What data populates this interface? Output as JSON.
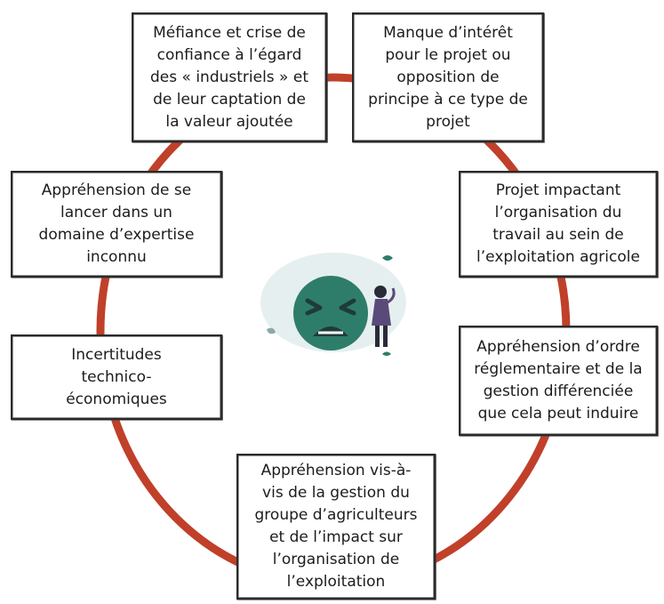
{
  "diagram": {
    "ring_color": "#c0402a",
    "emoji_color": "#2e7d6b",
    "boxes": [
      {
        "id": "mefiance",
        "text": "Méfiance et crise de\nconfiance à l’égard\ndes « industriels » et\nde leur captation de\nla valeur ajoutée"
      },
      {
        "id": "manque-interet",
        "text": "Manque d’intérêt\npour le projet ou\nopposition de\nprincipe à ce type de\nprojet"
      },
      {
        "id": "apprehension-expertise",
        "text": "Appréhension de se\nlancer dans un\ndomaine d’expertise\ninconnu"
      },
      {
        "id": "organisation-travail",
        "text": "Projet impactant\nl’organisation du\ntravail au sein de\nl’exploitation agricole"
      },
      {
        "id": "incertitudes",
        "text": "Incertitudes\ntechnico-\néconomiques"
      },
      {
        "id": "reglementaire",
        "text": "Appréhension d’ordre\nréglementaire et de la\ngestion différenciée\nque cela peut induire"
      },
      {
        "id": "gestion-groupe",
        "text": "Appréhension vis-à-\nvis de la gestion du\ngroupe d’agriculteurs\net de l’impact sur\nl’organisation de\nl’exploitation"
      }
    ]
  }
}
